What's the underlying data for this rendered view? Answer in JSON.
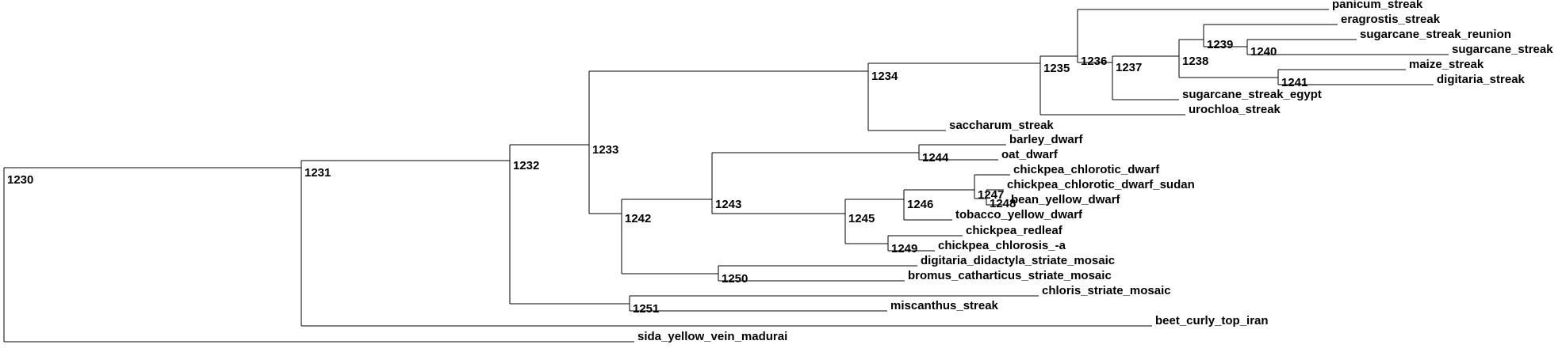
{
  "tree": {
    "nodes": [
      {
        "id": "1230",
        "label": "1230",
        "parent": null
      },
      {
        "id": "1231",
        "label": "1231",
        "parent": "1230"
      },
      {
        "id": "1232",
        "label": "1232",
        "parent": "1231"
      },
      {
        "id": "1233",
        "label": "1233",
        "parent": "1232"
      },
      {
        "id": "1234",
        "label": "1234",
        "parent": "1233"
      },
      {
        "id": "1235",
        "label": "1235",
        "parent": "1234"
      },
      {
        "id": "1236",
        "label": "1236",
        "parent": "1235"
      },
      {
        "id": "1237",
        "label": "1237",
        "parent": "1236"
      },
      {
        "id": "1238",
        "label": "1238",
        "parent": "1237"
      },
      {
        "id": "1239",
        "label": "1239",
        "parent": "1238"
      },
      {
        "id": "1240",
        "label": "1240",
        "parent": "1239"
      },
      {
        "id": "1241",
        "label": "1241",
        "parent": "1238"
      },
      {
        "id": "1242",
        "label": "1242",
        "parent": "1233"
      },
      {
        "id": "1243",
        "label": "1243",
        "parent": "1242"
      },
      {
        "id": "1244",
        "label": "1244",
        "parent": "1243"
      },
      {
        "id": "1245",
        "label": "1245",
        "parent": "1243"
      },
      {
        "id": "1246",
        "label": "1246",
        "parent": "1245"
      },
      {
        "id": "1247",
        "label": "1247",
        "parent": "1246"
      },
      {
        "id": "1248",
        "label": "1248",
        "parent": "1247"
      },
      {
        "id": "1249",
        "label": "1249",
        "parent": "1245"
      },
      {
        "id": "1250",
        "label": "1250",
        "parent": "1242"
      },
      {
        "id": "1251",
        "label": "1251",
        "parent": "1232"
      },
      {
        "id": "panicum",
        "label": "panicum_streak",
        "parent": "1236"
      },
      {
        "id": "eragrostis",
        "label": "eragrostis_streak",
        "parent": "1239"
      },
      {
        "id": "sugarcane_reunion",
        "label": "sugarcane_streak_reunion",
        "parent": "1240"
      },
      {
        "id": "sugarcane",
        "label": "sugarcane_streak",
        "parent": "1240"
      },
      {
        "id": "maize",
        "label": "maize_streak",
        "parent": "1241"
      },
      {
        "id": "digitaria",
        "label": "digitaria_streak",
        "parent": "1241"
      },
      {
        "id": "sugarcane_egypt",
        "label": "sugarcane_streak_egypt",
        "parent": "1237"
      },
      {
        "id": "urochloa",
        "label": "urochloa_streak",
        "parent": "1235"
      },
      {
        "id": "saccharum",
        "label": "saccharum_streak",
        "parent": "1234"
      },
      {
        "id": "barley",
        "label": "barley_dwarf",
        "parent": "1244"
      },
      {
        "id": "oat",
        "label": "oat_dwarf",
        "parent": "1244"
      },
      {
        "id": "chickpea_chlorotic",
        "label": "chickpea_chlorotic_dwarf",
        "parent": "1247"
      },
      {
        "id": "chickpea_sudan",
        "label": "chickpea_chlorotic_dwarf_sudan",
        "parent": "1248"
      },
      {
        "id": "bean",
        "label": "bean_yellow_dwarf",
        "parent": "1248"
      },
      {
        "id": "tobacco",
        "label": "tobacco_yellow_dwarf",
        "parent": "1246"
      },
      {
        "id": "chickpea_redleaf",
        "label": "chickpea_redleaf",
        "parent": "1249"
      },
      {
        "id": "chickpea_chlorosis",
        "label": "chickpea_chlorosis_-a",
        "parent": "1249"
      },
      {
        "id": "digitaria_didactyla",
        "label": "digitaria_didactyla_striate_mosaic",
        "parent": "1250"
      },
      {
        "id": "bromus",
        "label": "bromus_catharticus_striate_mosaic",
        "parent": "1250"
      },
      {
        "id": "chloris",
        "label": "chloris_striate_mosaic",
        "parent": "1251"
      },
      {
        "id": "miscanthus",
        "label": "miscanthus_streak",
        "parent": "1251"
      },
      {
        "id": "beet",
        "label": "beet_curly_top_iran",
        "parent": "1231"
      },
      {
        "id": "sida",
        "label": "sida_yellow_vein_madurai",
        "parent": "1230"
      }
    ]
  }
}
